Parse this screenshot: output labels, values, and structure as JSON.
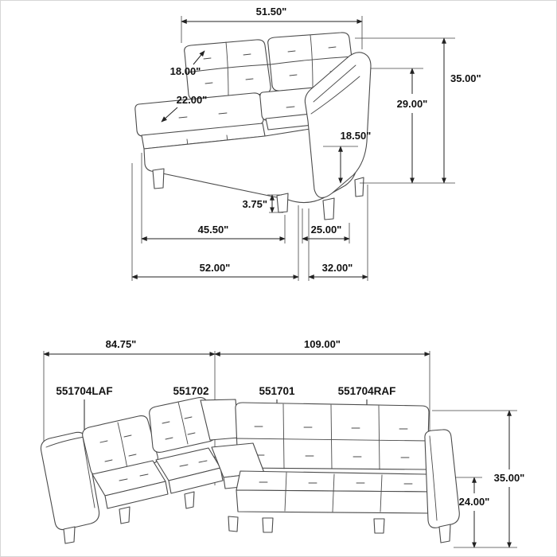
{
  "loveseat": {
    "dim_back_width": "51.50\"",
    "dim_cushion": "18.00\"",
    "dim_seat_depth": "22.00\"",
    "dim_overall_height": "35.00\"",
    "dim_arm_height": "29.00\"",
    "dim_seat_height": "18.50\"",
    "dim_leg_height": "3.75\"",
    "dim_seat_width": "45.50\"",
    "dim_arm_depth": "25.00\"",
    "dim_overall_width": "52.00\"",
    "dim_overall_depth": "32.00\""
  },
  "sectional": {
    "dim_left_length": "84.75\"",
    "dim_right_length": "109.00\"",
    "dim_overall_height": "35.00\"",
    "dim_arm_height": "24.00\"",
    "label_left_arm_piece": "551704LAF",
    "label_corner_piece": "551702",
    "label_armless_piece": "551701",
    "label_right_arm_piece": "551704RAF"
  }
}
